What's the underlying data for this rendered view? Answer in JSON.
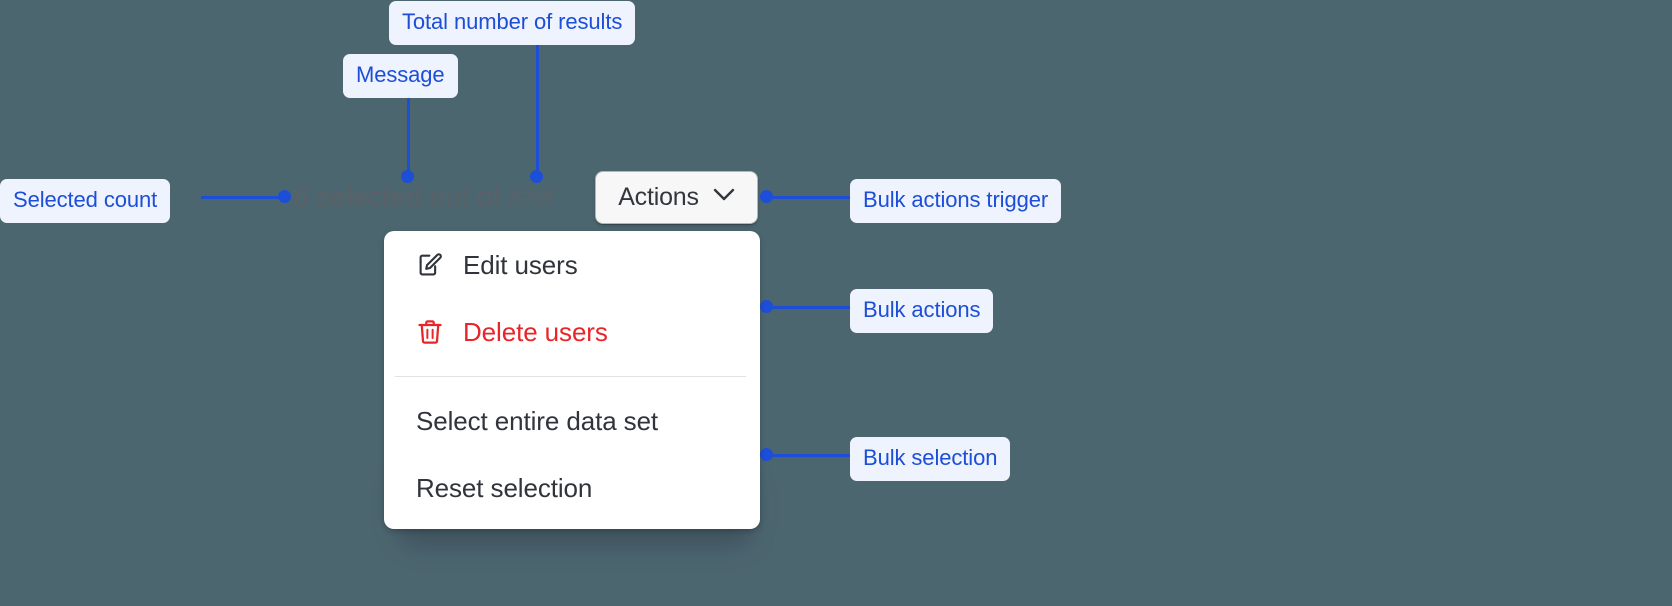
{
  "canvas": {
    "background_color": "#4c6670",
    "annotation_color": "#1c4ed8",
    "annotation_pill_bg": "#eef3fe"
  },
  "bulk_actions_bar": {
    "selected_message": "6 selected out of ###",
    "selected_count": "6",
    "total_results_placeholder": "###",
    "trigger": {
      "label": "Actions",
      "chevron_icon": "chevron-down-icon"
    }
  },
  "dropdown_menu": {
    "groups": [
      {
        "name": "bulk-actions",
        "items": [
          {
            "label": "Edit users",
            "icon": "pencil-square-icon",
            "tone": "default"
          },
          {
            "label": "Delete users",
            "icon": "trash-icon",
            "tone": "danger",
            "color": "#e8262a"
          }
        ]
      },
      {
        "name": "bulk-selection",
        "items": [
          {
            "label": "Select entire data set",
            "icon": "",
            "tone": "default"
          },
          {
            "label": "Reset selection",
            "icon": "",
            "tone": "default"
          }
        ]
      }
    ]
  },
  "annotations": [
    {
      "id": "total-results",
      "label": "Total number of results"
    },
    {
      "id": "message",
      "label": "Message"
    },
    {
      "id": "selected-count",
      "label": "Selected count"
    },
    {
      "id": "bulk-actions-trigger",
      "label": "Bulk actions trigger"
    },
    {
      "id": "bulk-actions",
      "label": "Bulk actions"
    },
    {
      "id": "bulk-selection",
      "label": "Bulk selection"
    }
  ]
}
